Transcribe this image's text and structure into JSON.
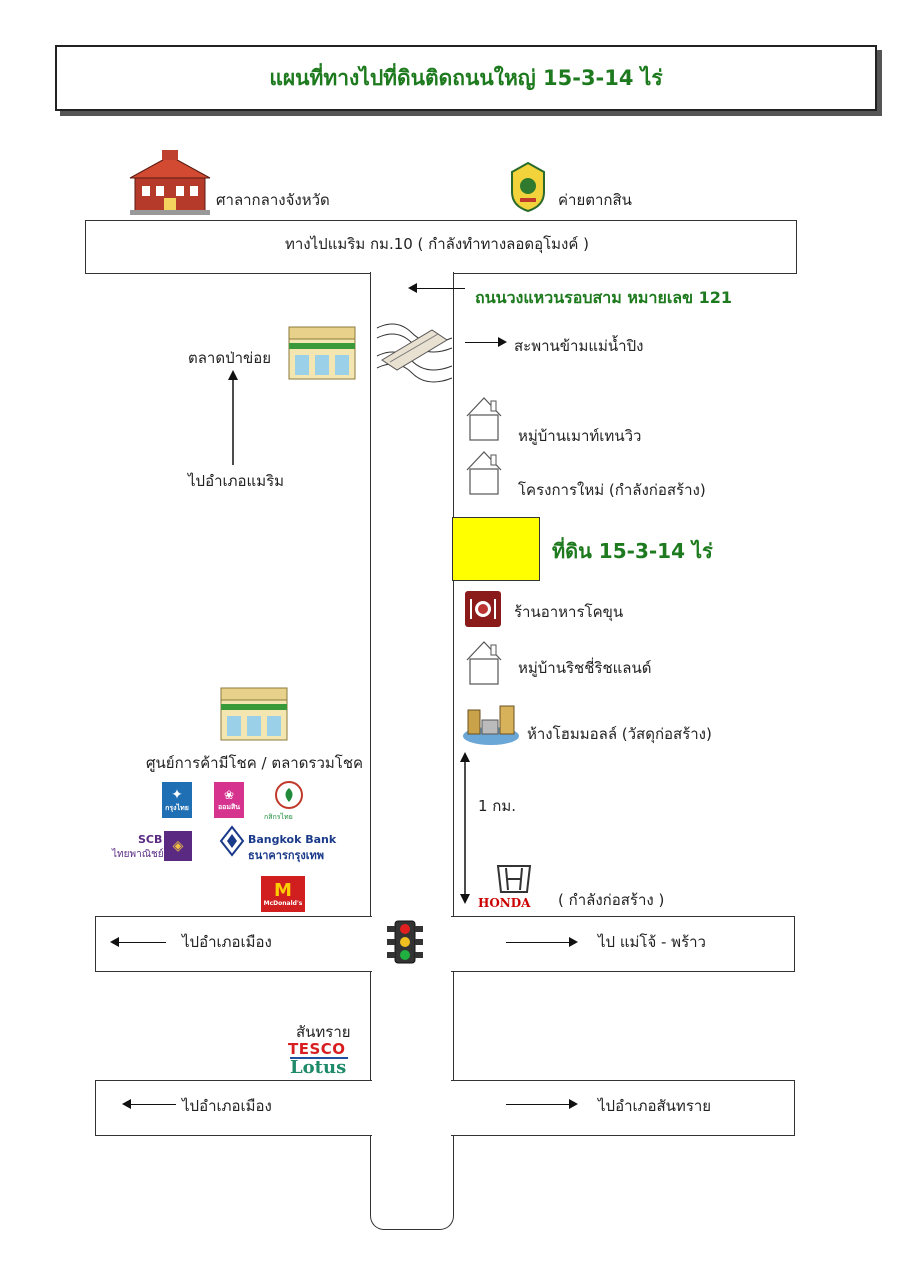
{
  "title": "แผนที่ทางไปที่ดินติดถนนใหญ่ 15-3-14 ไร่",
  "labels": {
    "city_hall": "ศาลากลางจังหวัด",
    "camp": "ค่ายตากสิน",
    "top_road": "ทางไปแมริม กม.10  ( กำลังทำทางลอดอุโมงค์ )",
    "ring_road": "ถนนวงแหวนรอบสาม หมายเลข 121",
    "bridge": "สะพานข้ามแม่น้ำปิง",
    "market_paakoi": "ตลาดป่าข่อย",
    "to_maerim": "ไปอำเภอแมริม",
    "village_mountain": "หมู่บ้านเมาท์เทนวิว",
    "new_project": "โครงการใหม่ (กำลังก่อสร้าง)",
    "land": "ที่ดิน 15-3-14 ไร่",
    "restaurant": "ร้านอาหารโคขุน",
    "village_rich": "หมู่บ้านริชชี่ริชแลนด์",
    "homemall": "ห้างโฮมมอลล์ (วัสดุก่อสร้าง)",
    "distance": "1 กม.",
    "honda_status": "( กำลังก่อสร้าง )",
    "shopping_center": "ศูนย์การค้ามีโชค / ตลาดรวมโชค",
    "to_mueang_1": "ไปอำเภอเมือง",
    "to_maejo": "ไป แม่โจ้ - พร้าว",
    "sansai": "สันทราย",
    "to_mueang_2": "ไปอำเภอเมือง",
    "to_sansai": "ไปอำเภอสันทราย"
  },
  "logos": {
    "honda": "HONDA",
    "tesco": "TESCO",
    "lotus": "Lotus",
    "scb": "SCB",
    "scb_th": "ไทยพาณิชย์",
    "bbl": "Bangkok Bank",
    "bbl_th": "ธนาคารกรุงเทพ",
    "ktb": "กรุงไทย",
    "gsb": "ออมสิน",
    "kbank": "กสิกรไทย",
    "mcd": "McDonald's"
  },
  "colors": {
    "title_green": "#1e7a1e",
    "land_yellow": "#ffff00",
    "restaurant_red": "#8b1a1a",
    "honda_red": "#cc0000"
  }
}
